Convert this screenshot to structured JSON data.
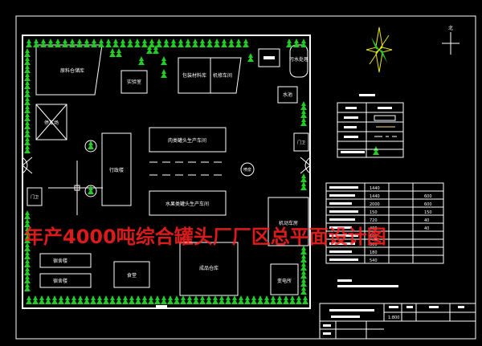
{
  "colors": {
    "background": "#000000",
    "line": "#ffffff",
    "tree": "#22cc22",
    "title": "#ff2020",
    "grid": "#3a4048",
    "compass": "#e8e800"
  },
  "overlay_title": "年产4000吨综合罐头厂厂区总平面设计图",
  "buildings": {
    "raw_warehouse": "原料仓储库",
    "lab": "实验室",
    "packaging_warehouse": "包装材料库",
    "machine_repair": "机修车间",
    "sewage": "污水处理",
    "pool": "水池",
    "parking": "停车场",
    "meat_workshop": "肉类罐头生产车间",
    "fruit_workshop": "水果类罐头生产车间",
    "office": "行政楼",
    "guard_east": "门卫",
    "guard_west": "门卫",
    "power_room": "机动车房",
    "fountain": "喷泉",
    "dorm_1": "宿舍楼",
    "dorm_2": "宿舍楼",
    "canteen": "食堂",
    "product_warehouse": "成品仓库",
    "substation": "变电所"
  },
  "north_label": "北",
  "table_values": [
    "1440",
    "1440",
    "2000",
    "150",
    "720",
    "480",
    "600",
    "360",
    "180",
    "540",
    "600",
    "600",
    "150",
    "40",
    "40"
  ],
  "title_block": {
    "scale": "1:800"
  },
  "icons": [
    "tree-icon",
    "compass-rose-icon",
    "north-arrow-icon",
    "gate-icon",
    "crosshair-icon"
  ]
}
